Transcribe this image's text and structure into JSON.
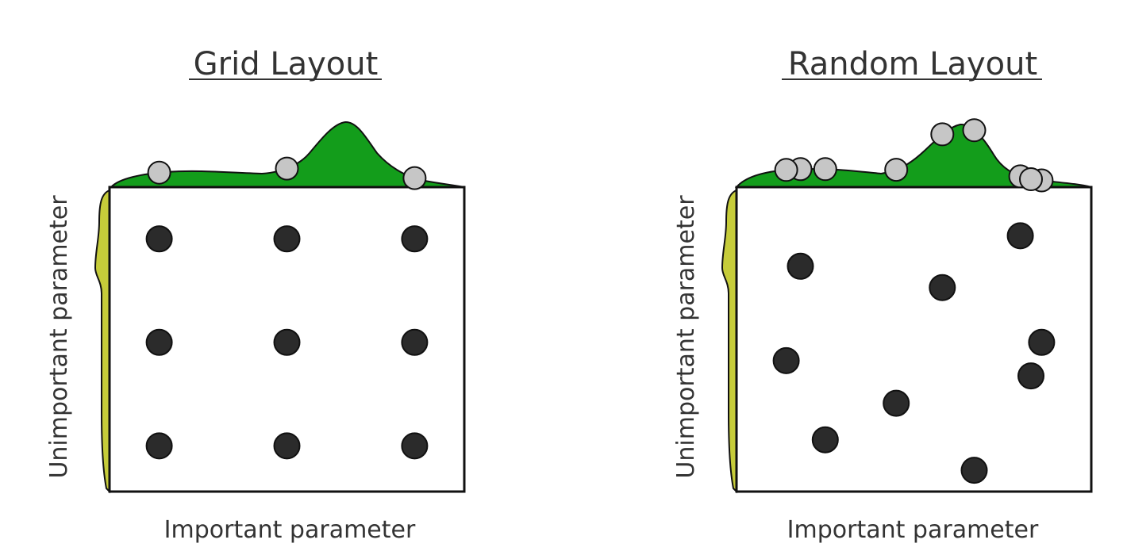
{
  "colors": {
    "important_density": "#139d1b",
    "unimportant_density": "#c6cc3a",
    "sample_point": "#2b2b2b",
    "projected_point": "#c6c6c6",
    "outline": "#111111",
    "text": "#333333"
  },
  "panels": [
    {
      "id": "grid",
      "title": "Grid Layout",
      "xlabel": "Important parameter",
      "ylabel": "Unimportant parameter",
      "points": [
        {
          "x": 0.14,
          "y": 0.83
        },
        {
          "x": 0.5,
          "y": 0.83
        },
        {
          "x": 0.86,
          "y": 0.83
        },
        {
          "x": 0.14,
          "y": 0.49
        },
        {
          "x": 0.5,
          "y": 0.49
        },
        {
          "x": 0.86,
          "y": 0.49
        },
        {
          "x": 0.14,
          "y": 0.15
        },
        {
          "x": 0.5,
          "y": 0.15
        },
        {
          "x": 0.86,
          "y": 0.15
        }
      ]
    },
    {
      "id": "random",
      "title": "Random Layout",
      "xlabel": "Important parameter",
      "ylabel": "Unimportant parameter",
      "points": [
        {
          "x": 0.8,
          "y": 0.84
        },
        {
          "x": 0.18,
          "y": 0.74
        },
        {
          "x": 0.58,
          "y": 0.67
        },
        {
          "x": 0.86,
          "y": 0.49
        },
        {
          "x": 0.14,
          "y": 0.43
        },
        {
          "x": 0.83,
          "y": 0.38
        },
        {
          "x": 0.45,
          "y": 0.29
        },
        {
          "x": 0.25,
          "y": 0.17
        },
        {
          "x": 0.67,
          "y": 0.07
        }
      ]
    }
  ]
}
